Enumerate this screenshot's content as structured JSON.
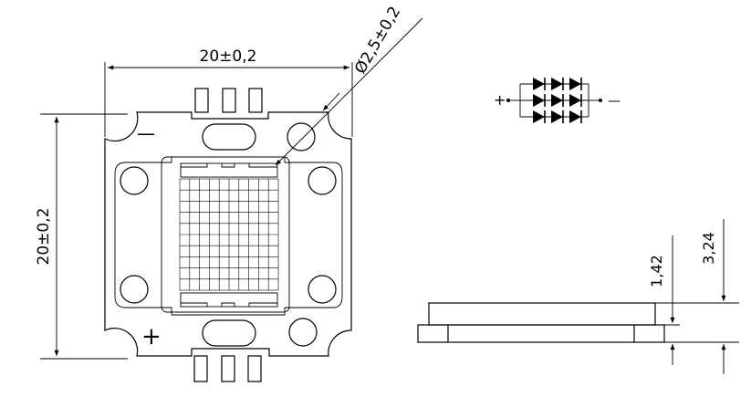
{
  "dimensions": {
    "width": "20±0,2",
    "height": "20±0,2",
    "hole_diameter": "Ø2,5±0,2",
    "thickness_1": "1,42",
    "thickness_2": "3,24"
  },
  "polarity": {
    "negative": "—",
    "positive": "+"
  },
  "schematic": {
    "left_terminal": "+",
    "right_terminal": "—"
  }
}
